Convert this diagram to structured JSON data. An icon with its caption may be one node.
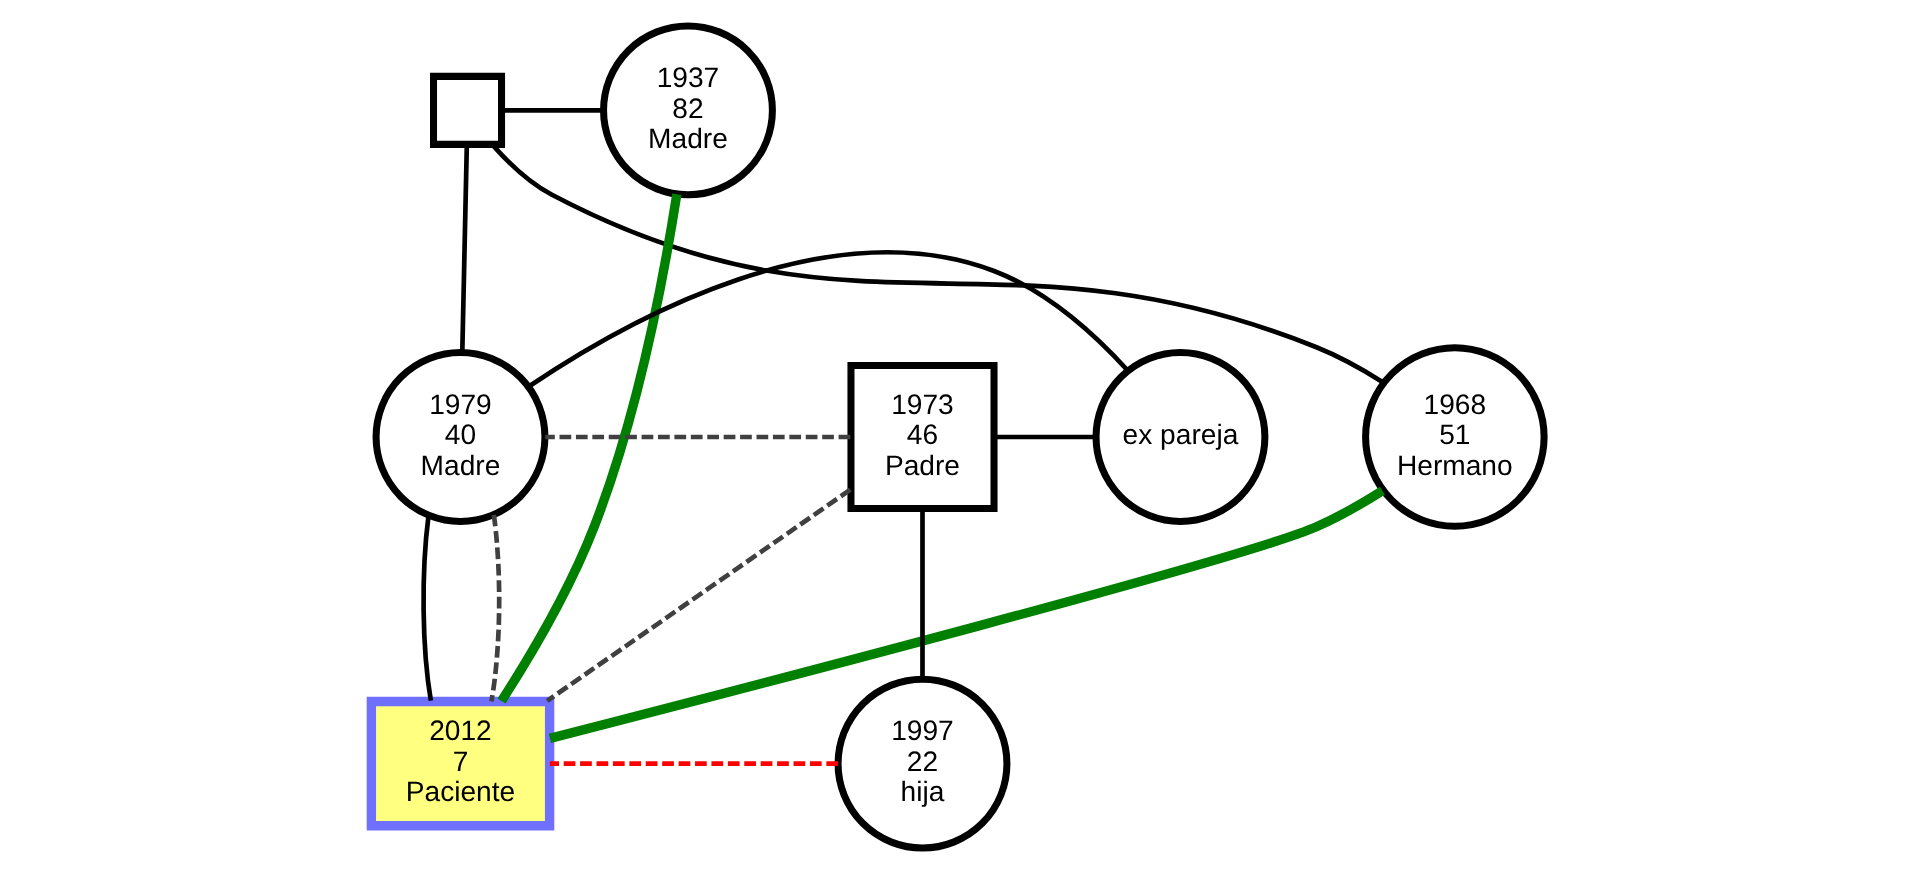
{
  "diagram": {
    "nodes": [
      {
        "text": [],
        "shape": "box"
      },
      {
        "text": [
          "1937",
          "82",
          "Madre"
        ]
      },
      {
        "text": [
          "1979",
          "40",
          "Madre"
        ]
      },
      {
        "text": [
          "1968",
          "51",
          "Hermano"
        ]
      },
      {
        "text": [
          "1973",
          "46",
          "Padre"
        ]
      },
      {
        "text": [
          "ex pareja"
        ]
      },
      {
        "text": [
          "1997",
          "22",
          "hija"
        ]
      },
      {
        "text": [
          "2012",
          "7",
          "Paciente"
        ]
      }
    ],
    "edges": [
      {
        "from": 0,
        "to": 1,
        "arrow": "none"
      },
      {
        "from": 0,
        "to": 2,
        "arrow": "none"
      },
      {
        "from": 0,
        "to": 3,
        "arrow": "none"
      },
      {
        "from": 4,
        "to": 5,
        "arrow": "none"
      },
      {
        "from": 5,
        "to": 2,
        "arrow": "none"
      },
      {
        "from": 4,
        "to": 6,
        "arrow": "none"
      },
      {
        "from": 2,
        "to": 7,
        "arrow": "none"
      },
      {
        "from": 4,
        "to": 2,
        "arrow": "none",
        "style": "dashed",
        "color": "#404040"
      },
      {
        "from": 4,
        "to": 7,
        "arrow": "none",
        "style": "dashed",
        "color": "#404040"
      },
      {
        "from": 2,
        "to": 7,
        "arrow": "none",
        "style": "dashed",
        "color": "#404040"
      },
      {
        "from": 6,
        "to": 7,
        "arrow": "none",
        "style": "dashed",
        "color": "#ff0000"
      },
      {
        "from": 1,
        "to": 7,
        "arrow": "none",
        "style": "thick",
        "color": "#008000"
      },
      {
        "from": 3,
        "to": 7,
        "arrow": "none",
        "style": "thick",
        "color": "#008000"
      }
    ]
  }
}
